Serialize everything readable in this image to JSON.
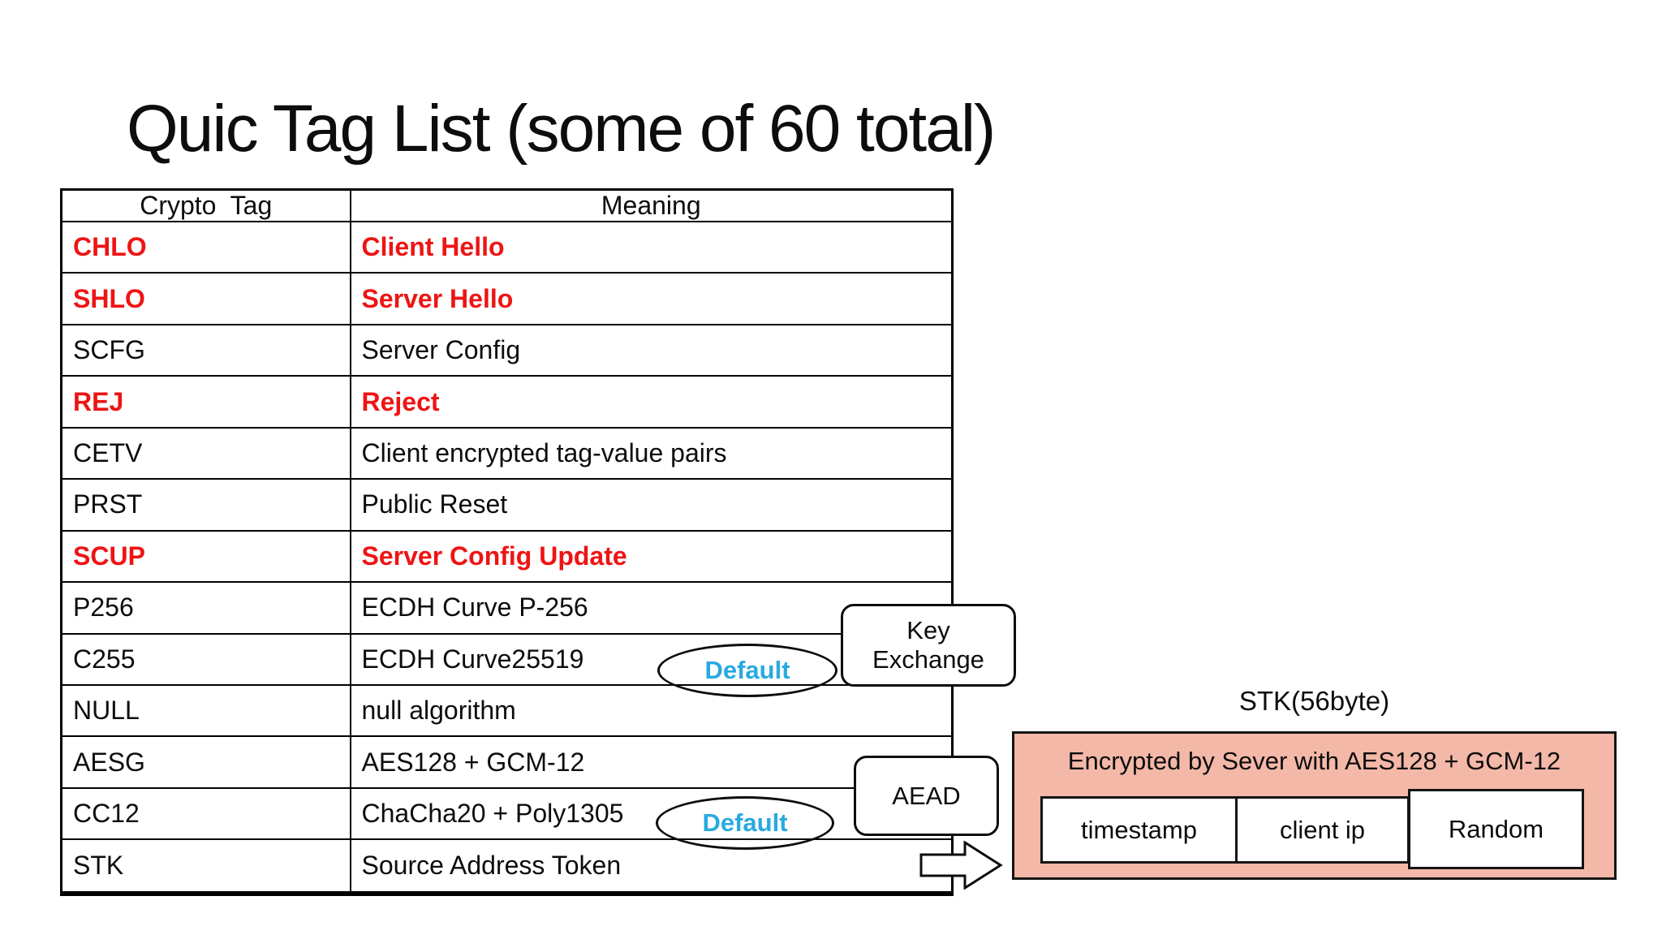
{
  "slide": {
    "title": "Quic Tag List (some of 60 total)"
  },
  "table": {
    "headers": [
      "Crypto  Tag",
      "Meaning"
    ],
    "rows": [
      {
        "tag": "CHLO",
        "meaning": "Client Hello",
        "highlight": true
      },
      {
        "tag": "SHLO",
        "meaning": "Server Hello",
        "highlight": true
      },
      {
        "tag": "SCFG",
        "meaning": "Server Config",
        "highlight": false
      },
      {
        "tag": "REJ",
        "meaning": "Reject",
        "highlight": true
      },
      {
        "tag": "CETV",
        "meaning": "Client encrypted tag-value pairs",
        "highlight": false
      },
      {
        "tag": "PRST",
        "meaning": "Public Reset",
        "highlight": false
      },
      {
        "tag": "SCUP",
        "meaning": "Server Config Update",
        "highlight": true
      },
      {
        "tag": "P256",
        "meaning": "ECDH Curve P-256",
        "highlight": false
      },
      {
        "tag": "C255",
        "meaning": "ECDH Curve25519",
        "highlight": false,
        "badge": "Default"
      },
      {
        "tag": "NULL",
        "meaning": "null algorithm",
        "highlight": false
      },
      {
        "tag": "AESG",
        "meaning": "AES128 + GCM-12",
        "highlight": false
      },
      {
        "tag": "CC12",
        "meaning": "ChaCha20 + Poly1305",
        "highlight": false,
        "badge": "Default"
      },
      {
        "tag": "STK",
        "meaning": "Source Address Token",
        "highlight": false
      }
    ]
  },
  "annotations": {
    "key_exchange": "Key\nExchange",
    "aead": "AEAD"
  },
  "stk_structure": {
    "label": "STK(56byte)",
    "title": "Encrypted by Sever with AES128 + GCM-12",
    "cells": [
      "timestamp",
      "client ip",
      "Random"
    ]
  },
  "colors": {
    "highlight_red": "#ee1414",
    "default_blue": "#29a9e1",
    "stk_pink": "#f4b8a8"
  }
}
